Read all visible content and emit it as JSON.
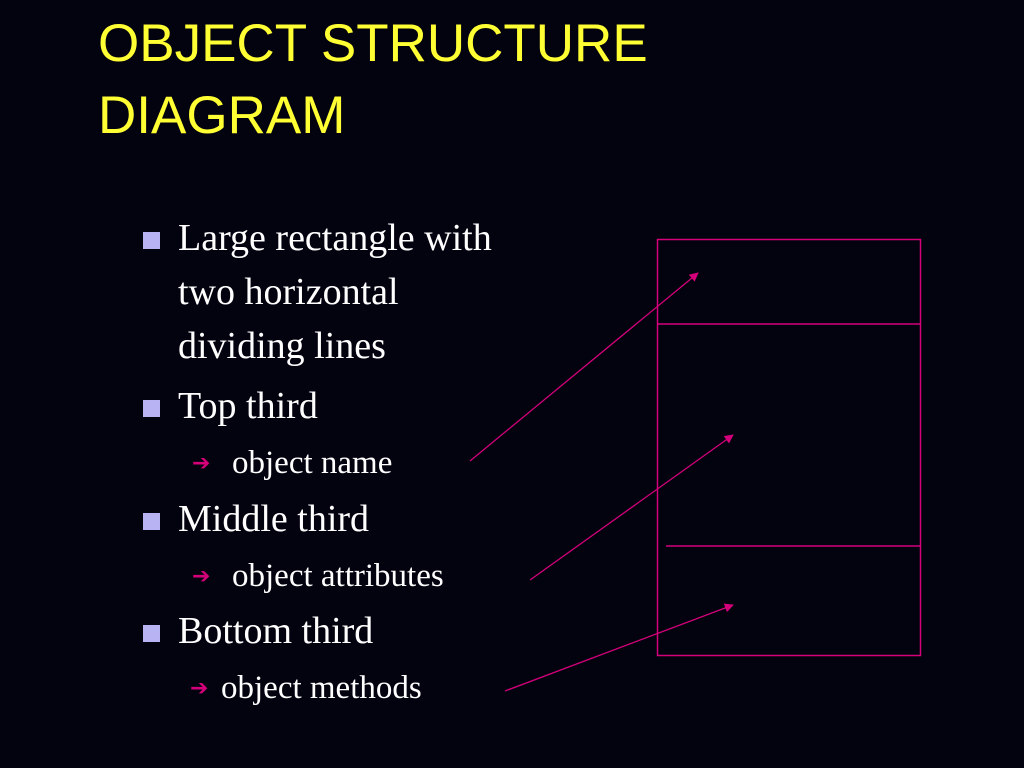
{
  "title": {
    "line1": "OBJECT STRUCTURE",
    "line2": "DIAGRAM"
  },
  "bullets": [
    {
      "lines": [
        "Large rectangle with",
        "two horizontal",
        "dividing lines"
      ]
    },
    {
      "lines": [
        "Top third"
      ],
      "sub": "object name"
    },
    {
      "lines": [
        "Middle third"
      ],
      "sub": "object attributes"
    },
    {
      "lines": [
        "Bottom third"
      ],
      "sub": "object methods"
    }
  ],
  "icons": {
    "bullet": "square-bullet-icon",
    "sub_bullet": "arrow-right-icon"
  },
  "colors": {
    "background": "#03020f",
    "title": "#ffff33",
    "text": "#ffffff",
    "bullet": "#b8b3f2",
    "accent": "#d4007a"
  }
}
